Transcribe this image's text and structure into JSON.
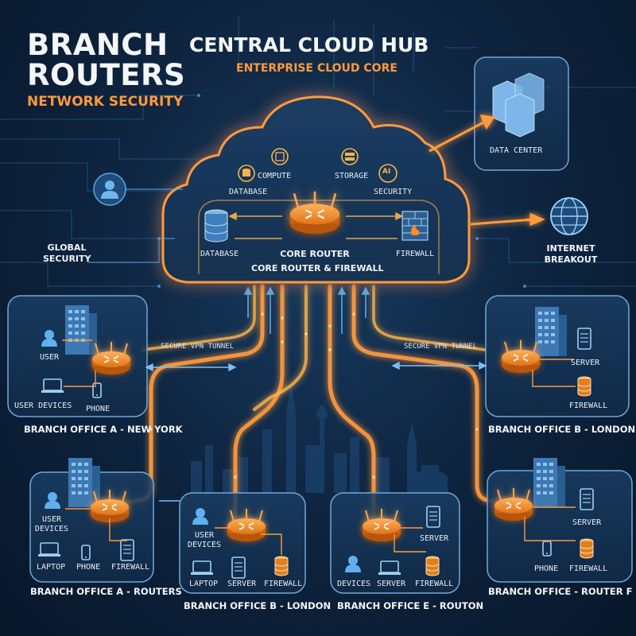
{
  "header": {
    "title_line1": "BRANCH",
    "title_line2": "ROUTERS",
    "subtitle": "NETWORK SECURITY",
    "hub_title": "CENTRAL CLOUD HUB",
    "hub_subtitle": "ENTERPRISE CLOUD CORE"
  },
  "cloud": {
    "compute": "COMPUTE",
    "storage": "STORAGE",
    "database_top": "DATABASE",
    "security": "SECURITY",
    "database": "DATABASE",
    "firewall": "FIREWALL",
    "core_router": "CORE ROUTER",
    "core_router_firewall": "CORE ROUTER & FIREWALL",
    "ai_badge": "AI"
  },
  "right_side": {
    "data_center": "DATA CENTER",
    "internet_line1": "INTERNET",
    "internet_line2": "BREAKOUT"
  },
  "left_side": {
    "global_line1": "GLOBAL",
    "global_line2": "SECURITY"
  },
  "tunnels": {
    "left": "SECURE VPN TUNNEL",
    "right": "SECURE VPN TUNNEL"
  },
  "branches": {
    "a_ny": {
      "caption": "BRANCH OFFICE A - NEW YORK",
      "user": "USER",
      "devices": "USER DEVICES",
      "phone": "PHONE"
    },
    "b_london_top": {
      "caption": "BRANCH OFFICE B - LONDON",
      "server": "SERVER",
      "firewall": "FIREWALL"
    },
    "a_routers": {
      "caption": "BRANCH OFFICE A - ROUTERS",
      "devices_line1": "USER",
      "devices_line2": "DEVICES",
      "laptop": "LAPTOP",
      "phone": "PHONE",
      "firewall": "FIREWALL"
    },
    "b_london_bottom": {
      "caption": "BRANCH OFFICE B - LONDON",
      "devices_line1": "USER",
      "devices_line2": "DEVICES",
      "laptop": "LAPTOP",
      "server": "SERVER",
      "firewall": "FIREWALL"
    },
    "e_routon": {
      "caption": "BRANCH OFFICE E - ROUTON",
      "devices": "DEVICES",
      "server_top": "SERVER",
      "server": "SERVER",
      "firewall": "FIREWALL"
    },
    "router_f": {
      "caption": "BRANCH OFFICE - ROUTER F",
      "server": "SERVER",
      "phone": "PHONE",
      "firewall": "FIREWALL"
    }
  },
  "colors": {
    "accent_orange": "#ff9a3c",
    "glow_orange": "#ffb347",
    "line_blue": "#5aa9e6",
    "panel_border": "#6fa8d8",
    "background": "#0d223c"
  }
}
